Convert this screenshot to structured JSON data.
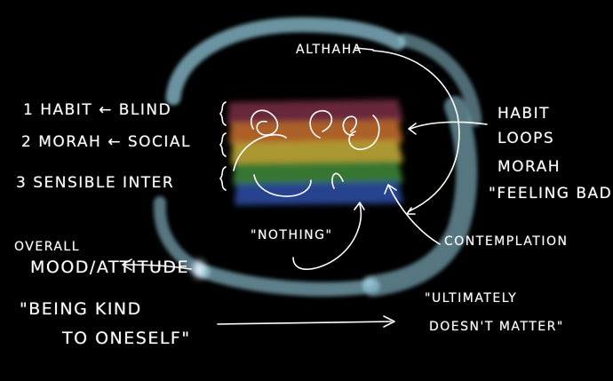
{
  "colors": {
    "background": "#000000",
    "ring": "#8fc4d6",
    "ink": "#ffffff",
    "bands": [
      "#7a2f45",
      "#c9712e",
      "#c9b23a",
      "#3f8b3a",
      "#2d4fa8"
    ]
  },
  "labels": {
    "top": "ALTHAHA",
    "left_1": "1 HABIT ← BLIND",
    "left_2": "2 MORAH ← SOCIAL",
    "left_3": "3 SENSIBLE INTER",
    "right_1": "HABIT",
    "right_2": "LOOPS",
    "right_3": "MORAH",
    "right_4": "\"FEELING BAD\"",
    "nothing": "\"NOTHING\"",
    "contemplation": "CONTEMPLATION",
    "overall_1": "OVERALL",
    "overall_2": "MOOD/ATTITUDE",
    "kind_1": "\"BEING KIND",
    "kind_2": "TO ONESELF\"",
    "ultimately_1": "\"ULTIMATELY",
    "ultimately_2": "DOESN'T MATTER\""
  }
}
